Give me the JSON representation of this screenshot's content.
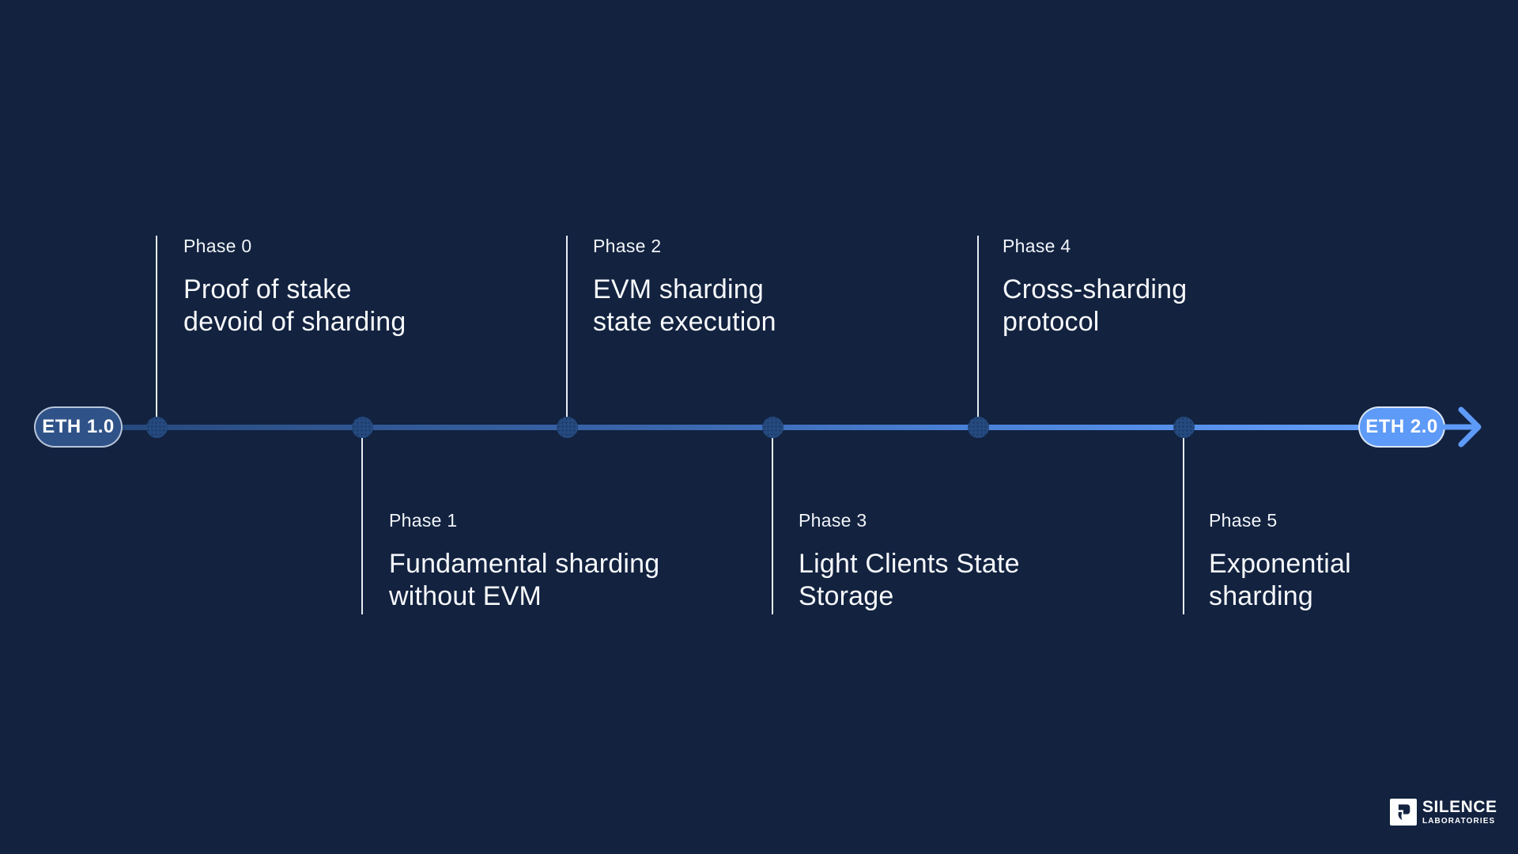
{
  "page": {
    "background": "#12223f"
  },
  "timeline": {
    "start_label": "ETH 1.0",
    "end_label": "ETH 2.0",
    "colors": {
      "line_gradient_start": "#24467a",
      "line_gradient_end": "#619cf8",
      "dot": "#254a7f",
      "start_pill_fill": "#2f5288",
      "end_pill_fill": "#5e9af7",
      "connector": "#e9edf4",
      "background": "#12223f"
    }
  },
  "phases": [
    {
      "label": "Phase 0",
      "title": "Proof of stake\ndevoid of sharding",
      "side": "above"
    },
    {
      "label": "Phase 1",
      "title": "Fundamental sharding\nwithout EVM",
      "side": "below"
    },
    {
      "label": "Phase 2",
      "title": "EVM sharding\nstate execution",
      "side": "above"
    },
    {
      "label": "Phase 3",
      "title": "Light Clients State\nStorage",
      "side": "below"
    },
    {
      "label": "Phase 4",
      "title": "Cross-sharding\nprotocol",
      "side": "above"
    },
    {
      "label": "Phase 5",
      "title": "Exponential\nsharding",
      "side": "below"
    }
  ],
  "logo": {
    "title": "SILENCE",
    "subtitle": "LABORATORIES"
  }
}
